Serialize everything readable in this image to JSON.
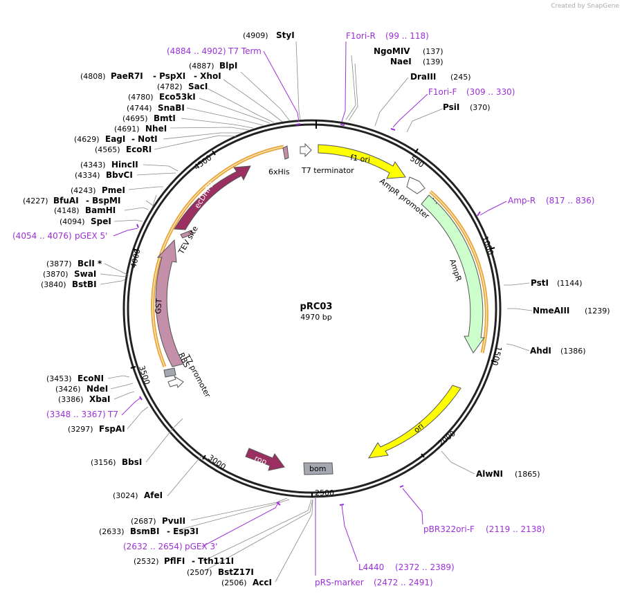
{
  "credit": "Created by  SnapGene",
  "plasmid": {
    "name": "pRC03",
    "size_label": "4970 bp"
  },
  "colors": {
    "primer": "#9b30d9",
    "yellow": "#ffff00",
    "green": "#ccffcc",
    "maroon": "#9c2f62",
    "pink": "#c48fa8",
    "grey": "#a5a8b0",
    "orange": "#e8a33d"
  },
  "ticks": [
    "500",
    "1000",
    "1500",
    "2000",
    "2500",
    "3000",
    "3500",
    "4000",
    "4500"
  ],
  "enzymes": [
    {
      "name": "StyI",
      "pos": "(4909)"
    },
    {
      "name": "BlpI",
      "pos": "(4887)"
    },
    {
      "name": "PaeR7I",
      "pos": "(4808)"
    },
    {
      "name": "- PspXI",
      "pos": ""
    },
    {
      "name": "- XhoI",
      "pos": ""
    },
    {
      "name": "SacI",
      "pos": "(4782)"
    },
    {
      "name": "Eco53kI",
      "pos": "(4780)"
    },
    {
      "name": "SnaBI",
      "pos": "(4744)"
    },
    {
      "name": "BmtI",
      "pos": "(4695)"
    },
    {
      "name": "NheI",
      "pos": "(4691)"
    },
    {
      "name": "EagI",
      "pos": "(4629)"
    },
    {
      "name": "- NotI",
      "pos": ""
    },
    {
      "name": "EcoRI",
      "pos": "(4565)"
    },
    {
      "name": "HincII",
      "pos": "(4343)"
    },
    {
      "name": "BbvCI",
      "pos": "(4334)"
    },
    {
      "name": "PmeI",
      "pos": "(4243)"
    },
    {
      "name": "BfuAI",
      "pos": "(4227)"
    },
    {
      "name": "- BspMI",
      "pos": ""
    },
    {
      "name": "BamHI",
      "pos": "(4148)"
    },
    {
      "name": "SpeI",
      "pos": "(4094)"
    },
    {
      "name": "BclI *",
      "pos": "(3877)"
    },
    {
      "name": "SwaI",
      "pos": "(3870)"
    },
    {
      "name": "BstBI",
      "pos": "(3840)"
    },
    {
      "name": "EcoNI",
      "pos": "(3453)"
    },
    {
      "name": "NdeI",
      "pos": "(3426)"
    },
    {
      "name": "XbaI",
      "pos": "(3386)"
    },
    {
      "name": "FspAI",
      "pos": "(3297)"
    },
    {
      "name": "BbsI",
      "pos": "(3156)"
    },
    {
      "name": "AfeI",
      "pos": "(3024)"
    },
    {
      "name": "PvuII",
      "pos": "(2687)"
    },
    {
      "name": "BsmBI",
      "pos": "(2633)"
    },
    {
      "name": "- Esp3I",
      "pos": ""
    },
    {
      "name": "PflFI",
      "pos": "(2532)"
    },
    {
      "name": "- Tth111I",
      "pos": ""
    },
    {
      "name": "BstZ17I",
      "pos": "(2507)"
    },
    {
      "name": "AccI",
      "pos": "(2506)"
    },
    {
      "name": "NgoMIV",
      "pos": "(137)"
    },
    {
      "name": "NaeI",
      "pos": "(139)"
    },
    {
      "name": "DraIII",
      "pos": "(245)"
    },
    {
      "name": "PsiI",
      "pos": "(370)"
    },
    {
      "name": "PstI",
      "pos": "(1144)"
    },
    {
      "name": "NmeAIII",
      "pos": "(1239)"
    },
    {
      "name": "AhdI",
      "pos": "(1386)"
    },
    {
      "name": "AlwNI",
      "pos": "(1865)"
    }
  ],
  "primers": [
    {
      "name": "T7 Term",
      "range": "(4884 .. 4902)"
    },
    {
      "name": "F1ori-R",
      "range": "(99 .. 118)"
    },
    {
      "name": "F1ori-F",
      "range": "(309 .. 330)"
    },
    {
      "name": "Amp-R",
      "range": "(817 .. 836)"
    },
    {
      "name": "pGEX 5'",
      "range": "(4054 .. 4076)"
    },
    {
      "name": "T7",
      "range": "(3348 .. 3367)"
    },
    {
      "name": "pGEX 3'",
      "range": "(2632 .. 2654)"
    },
    {
      "name": "L4440",
      "range": "(2372 .. 2389)"
    },
    {
      "name": "pRS-marker",
      "range": "(2472 .. 2491)"
    },
    {
      "name": "pBR322ori-F",
      "range": "(2119 .. 2138)"
    }
  ],
  "features": {
    "f1_ori": "f1 ori",
    "ampr_promoter": "AmpR promoter",
    "ampr": "AmpR",
    "ori": "ori",
    "bom": "bom",
    "rop": "rop",
    "gst": "GST",
    "ecdhfr": "ecDHFR",
    "tev_site": "TEV site",
    "his": "6xHis",
    "t7_terminator": "T7 terminator",
    "t7_promoter": "T7 promoter",
    "rbs": "RBS"
  }
}
